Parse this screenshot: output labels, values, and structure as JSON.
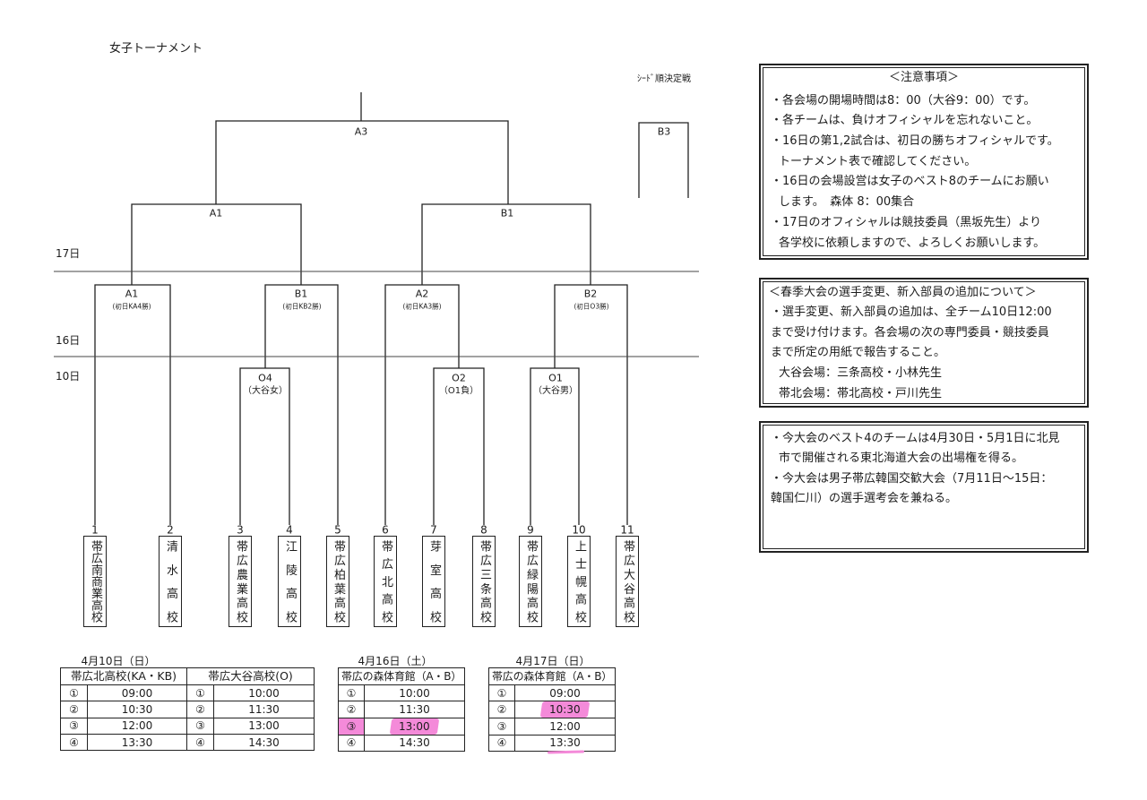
{
  "title": "女子トーナメント",
  "days": {
    "d17": "17日",
    "d16": "16日",
    "d10": "10日"
  },
  "final": {
    "label": "A3"
  },
  "semifinals": [
    {
      "label": "A1"
    },
    {
      "label": "B1"
    }
  ],
  "day16_matches": [
    {
      "label": "A1",
      "note": "(初日KA4勝)"
    },
    {
      "label": "B1",
      "note": "(初日KB2勝)"
    },
    {
      "label": "A2",
      "note": "(初日KA3勝)"
    },
    {
      "label": "B2",
      "note": "(初日O3勝)"
    }
  ],
  "day10_matches": [
    {
      "label": "O4",
      "note": "（大谷女）"
    },
    {
      "label": "O2",
      "note": "（O1負）"
    },
    {
      "label": "O1",
      "note": "（大谷男）"
    }
  ],
  "seed_match": {
    "title": "ｼｰﾄﾞ順決定戦",
    "label": "B3"
  },
  "teams": [
    {
      "no": "1",
      "name": "帯広南商業高校"
    },
    {
      "no": "2",
      "name": "清水高校"
    },
    {
      "no": "3",
      "name": "帯広農業高校"
    },
    {
      "no": "4",
      "name": "江陵高校"
    },
    {
      "no": "5",
      "name": "帯広柏葉高校"
    },
    {
      "no": "6",
      "name": "帯広北高校"
    },
    {
      "no": "7",
      "name": "芽室高校"
    },
    {
      "no": "8",
      "name": "帯広三条高校"
    },
    {
      "no": "9",
      "name": "帯広緑陽高校"
    },
    {
      "no": "10",
      "name": "上士幌高校"
    },
    {
      "no": "11",
      "name": "帯広大谷高校"
    }
  ],
  "notices": [
    {
      "title": "＜注意事項＞",
      "lines": [
        "・各会場の開場時間は8：00（大谷9：00）です。",
        "・各チームは、負けオフィシャルを忘れないこと。",
        "・16日の第1,2試合は、初日の勝ちオフィシャルです。",
        "トーナメント表で確認してください。",
        "・16日の会場設営は女子のベスト8のチームにお願い",
        "します。　森体 8：00集合",
        "・17日のオフィシャルは競技委員（黒坂先生）より",
        "各学校に依頼しますので、よろしくお願いします。"
      ]
    },
    {
      "title": "＜春季大会の選手変更、新入部員の追加について＞",
      "lines": [
        "・選手変更、新入部員の追加は、全チーム10日12:00",
        "まで受け付けます。各会場の次の専門委員・競技委員",
        "まで所定の用紙で報告すること。",
        "大谷会場：三条高校・小林先生",
        "帯北会場：帯北高校・戸川先生"
      ]
    },
    {
      "lines": [
        "・今大会のベスト4のチームは4月30日・5月1日に北見",
        "市で開催される東北海道大会の出場権を得る。",
        "・今大会は男子帯広韓国交歓大会（7月11日～15日：",
        "韓国仁川）の選手選考会を兼ねる。"
      ]
    }
  ],
  "schedules": [
    {
      "date": "4月10日（日）",
      "venues": [
        {
          "name": "帯広北高校(KA・KB)",
          "slots": [
            {
              "no": "①",
              "time": "09:00"
            },
            {
              "no": "②",
              "time": "10:30"
            },
            {
              "no": "③",
              "time": "12:00"
            },
            {
              "no": "④",
              "time": "13:30"
            }
          ]
        },
        {
          "name": "帯広大谷高校(O)",
          "slots": [
            {
              "no": "①",
              "time": "10:00"
            },
            {
              "no": "②",
              "time": "11:30"
            },
            {
              "no": "③",
              "time": "13:00"
            },
            {
              "no": "④",
              "time": "14:30"
            }
          ]
        }
      ]
    },
    {
      "date": "4月16日（土）",
      "venues": [
        {
          "name": "帯広の森体育館（A・B）",
          "slots": [
            {
              "no": "①",
              "time": "10:00"
            },
            {
              "no": "②",
              "time": "11:30"
            },
            {
              "no": "③",
              "time": "13:00"
            },
            {
              "no": "④",
              "time": "14:30"
            }
          ]
        }
      ]
    },
    {
      "date": "4月17日（日）",
      "venues": [
        {
          "name": "帯広の森体育館（A・B）",
          "slots": [
            {
              "no": "①",
              "time": "09:00"
            },
            {
              "no": "②",
              "time": "10:30"
            },
            {
              "no": "③",
              "time": "12:00"
            },
            {
              "no": "④",
              "time": "13:30"
            }
          ]
        }
      ]
    }
  ],
  "marker_color": "#f48ad9"
}
